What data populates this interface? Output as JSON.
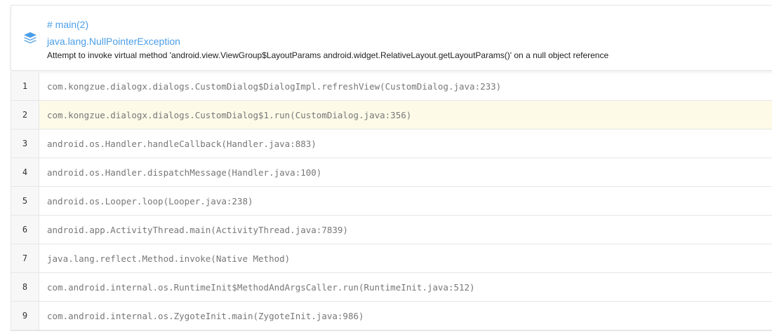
{
  "header": {
    "icon": "layers-icon",
    "thread": "# main(2)",
    "exception": "java.lang.NullPointerException",
    "message": "Attempt to invoke virtual method 'android.view.ViewGroup$LayoutParams android.widget.RelativeLayout.getLayoutParams()' on a null object reference",
    "accent_color": "#4a9ee8"
  },
  "stack": {
    "highlight_color": "#fdfbe8",
    "frames": [
      {
        "line": "1",
        "text": "com.kongzue.dialogx.dialogs.CustomDialog$DialogImpl.refreshView(CustomDialog.java:233)"
      },
      {
        "line": "2",
        "text": "com.kongzue.dialogx.dialogs.CustomDialog$1.run(CustomDialog.java:356)"
      },
      {
        "line": "3",
        "text": "android.os.Handler.handleCallback(Handler.java:883)"
      },
      {
        "line": "4",
        "text": "android.os.Handler.dispatchMessage(Handler.java:100)"
      },
      {
        "line": "5",
        "text": "android.os.Looper.loop(Looper.java:238)"
      },
      {
        "line": "6",
        "text": "android.app.ActivityThread.main(ActivityThread.java:7839)"
      },
      {
        "line": "7",
        "text": "java.lang.reflect.Method.invoke(Native Method)"
      },
      {
        "line": "8",
        "text": "com.android.internal.os.RuntimeInit$MethodAndArgsCaller.run(RuntimeInit.java:512)"
      },
      {
        "line": "9",
        "text": "com.android.internal.os.ZygoteInit.main(ZygoteInit.java:986)"
      }
    ]
  }
}
